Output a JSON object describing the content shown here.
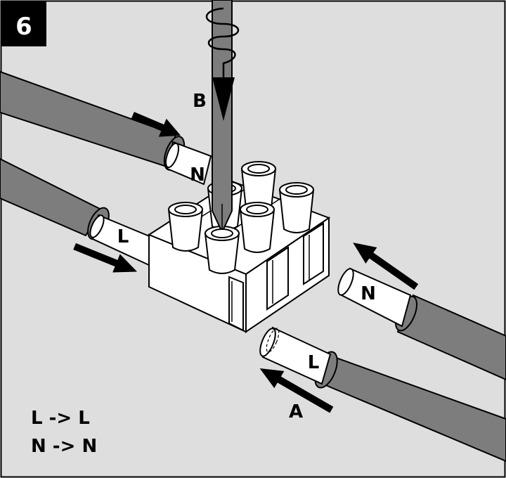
{
  "step": {
    "number": "6",
    "badge_color": "#000000"
  },
  "labels": {
    "screwdriver": "B",
    "insert_direction": "A",
    "neutral_left": "N",
    "live_left": "L",
    "neutral_right": "N",
    "live_right": "L"
  },
  "mapping": [
    {
      "text": "L -> L"
    },
    {
      "text": "N -> N"
    }
  ],
  "colors": {
    "background": "#dedede",
    "cable": "#7d7d7d",
    "conductor": "#ffffff",
    "outline": "#000000"
  },
  "icons": [
    "screwdriver-icon",
    "arrow-icon",
    "terminal-block-icon",
    "cable-icon"
  ]
}
